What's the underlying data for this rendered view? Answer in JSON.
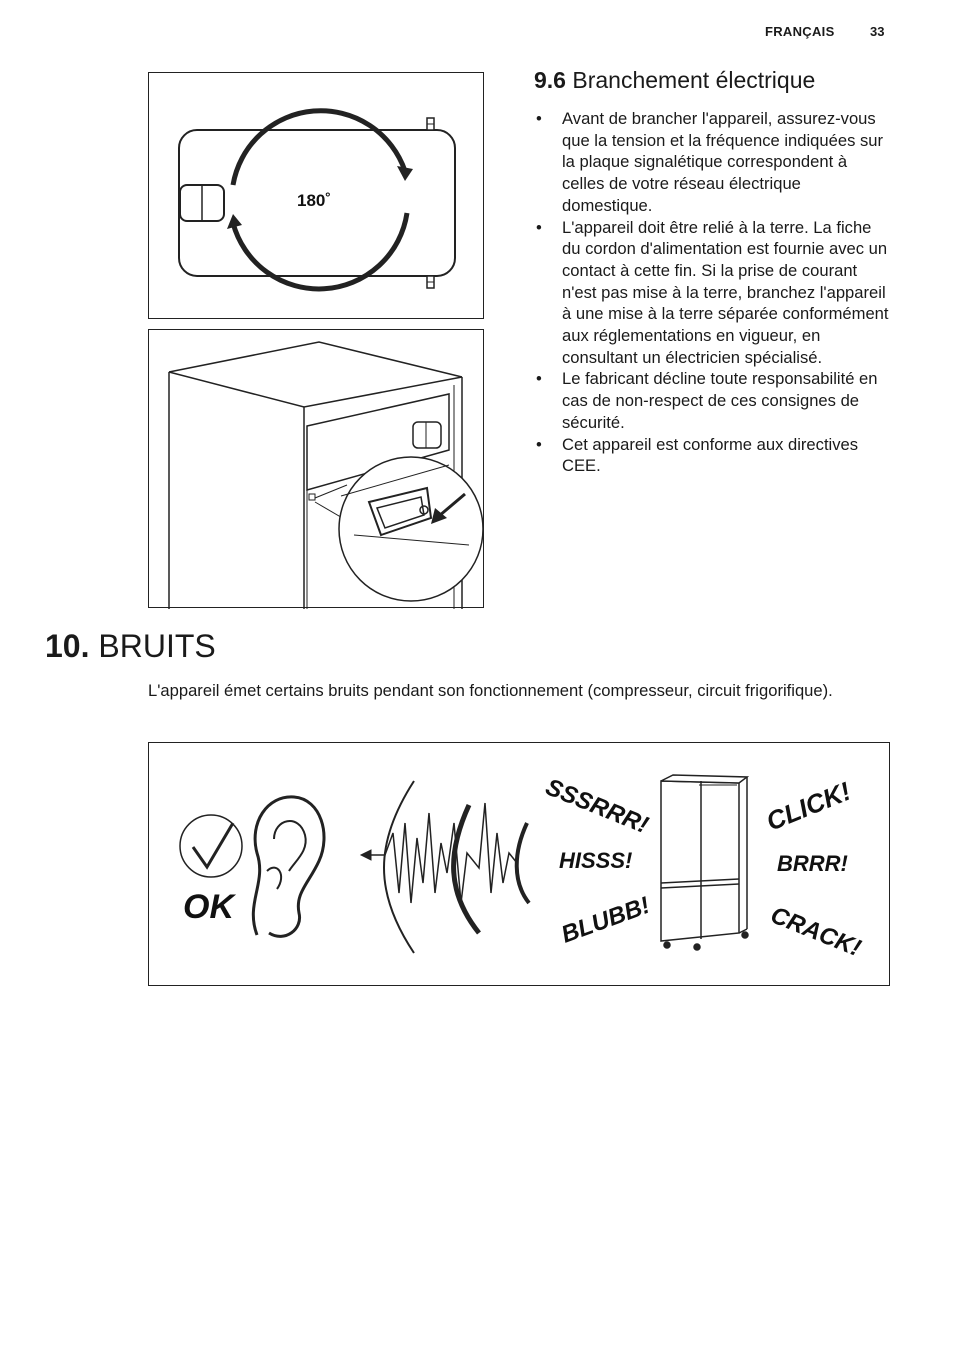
{
  "header": {
    "language": "FRANÇAIS",
    "page_number": "33"
  },
  "section": {
    "number": "9.6",
    "title": "Branchement électrique",
    "bullets": [
      "Avant de brancher l'appareil, assurez-vous que la tension et la fréquence indiquées sur la plaque signalétique correspondent à celles de votre réseau électrique domestique.",
      "L'appareil doit être relié à la terre. La fiche du cordon d'alimentation est fournie avec un contact à cette fin. Si la prise de courant n'est pas mise à la terre, branchez l'appareil à une mise à la terre séparée conformément aux réglementations en vigueur, en consultant un électricien spécialisé.",
      "Le fabricant décline toute responsabilité en cas de non-respect de ces consignes de sécurité.",
      "Cet appareil est conforme aux directives CEE."
    ]
  },
  "figure_rotation": {
    "angle_label": "180˚"
  },
  "chapter": {
    "number": "10.",
    "title": "BRUITS",
    "intro": "L'appareil émet certains bruits pendant son fonctionnement (compresseur, circuit frigorifique)."
  },
  "noise_figure": {
    "ok_label": "OK",
    "sounds": [
      "SSSRRR!",
      "HISSS!",
      "BLUBB!",
      "CLICK!",
      "BRRR!",
      "CRACK!"
    ]
  }
}
